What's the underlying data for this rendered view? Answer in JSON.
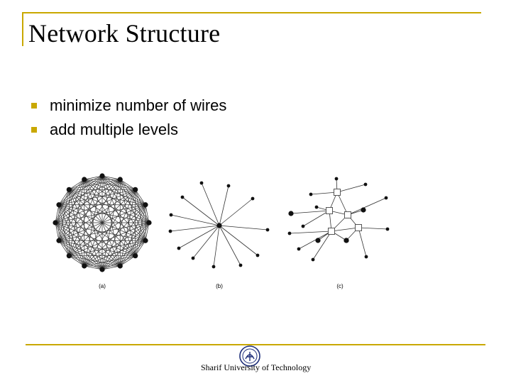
{
  "slide": {
    "title": "Network Structure",
    "bullets": [
      "minimize number of wires",
      "add multiple levels"
    ],
    "figure": {
      "captions": [
        "(a)",
        "(b)",
        "(c)"
      ]
    },
    "footer": "Sharif University of Technology"
  },
  "colors": {
    "accent": "#c9a800"
  }
}
